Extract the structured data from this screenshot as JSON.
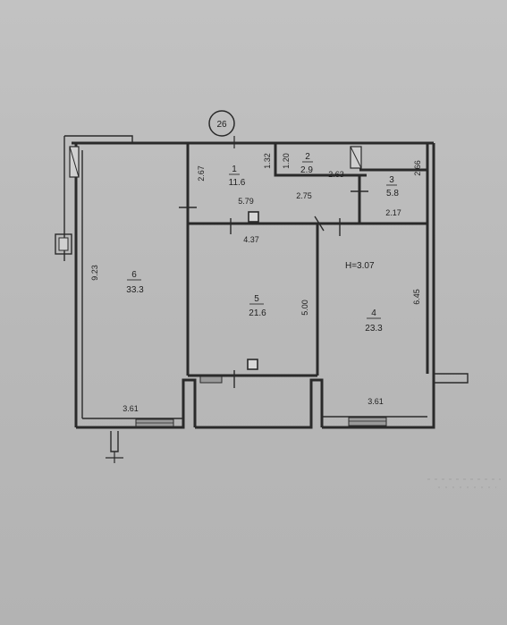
{
  "axis_marker": "26",
  "height_note": "H=3.07",
  "rooms": [
    {
      "id": "1",
      "area": "11.6"
    },
    {
      "id": "2",
      "area": "2.9"
    },
    {
      "id": "3",
      "area": "5.8"
    },
    {
      "id": "4",
      "area": "23.3"
    },
    {
      "id": "5",
      "area": "21.6"
    },
    {
      "id": "6",
      "area": "33.3"
    }
  ],
  "dimensions": {
    "d_2_67": "2.67",
    "d_1_32": "1.32",
    "d_1_20": "1.20",
    "d_2_63": "2.63",
    "d_2_66": "2.66",
    "d_5_79": "5.79",
    "d_2_75": "2.75",
    "d_2_17": "2.17",
    "d_4_37": "4.37",
    "d_9_23": "9.23",
    "d_5_00": "5.00",
    "d_6_45": "6.45",
    "d_3_61_left": "3.61",
    "d_3_61_right": "3.61"
  },
  "colors": {
    "paper": "#bdbdbd",
    "ink": "#2a2a2a"
  }
}
